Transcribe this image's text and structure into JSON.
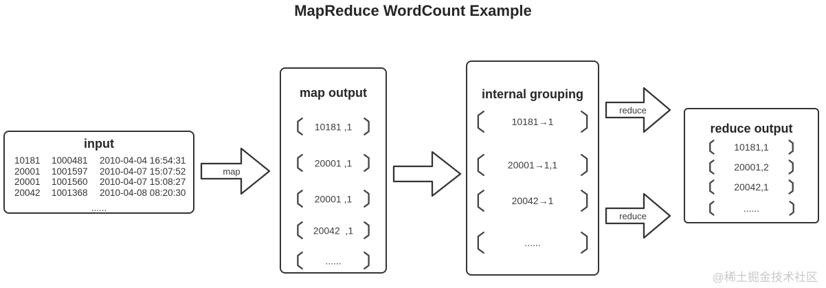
{
  "title": "MapReduce WordCount Example",
  "watermark": "@稀土掘金技术社区",
  "input": {
    "title": "input",
    "rows": [
      {
        "c1": "10181",
        "c2": "1000481",
        "c3": "2010-04-04 16:54:31"
      },
      {
        "c1": "20001",
        "c2": "1001597",
        "c3": "2010-04-07 15:07:52"
      },
      {
        "c1": "20001",
        "c2": "1001560",
        "c3": "2010-04-07 15:08:27"
      },
      {
        "c1": "20042",
        "c2": "1001368",
        "c3": "2010-04-08 08:20:30"
      }
    ],
    "ellipsis": "......"
  },
  "arrows": {
    "map_label": "map",
    "reduce_top_label": "reduce",
    "reduce_bottom_label": "reduce"
  },
  "map_output": {
    "title": "map output",
    "items": [
      "10181 ,1",
      "20001 ,1",
      "20001 ,1",
      "20042  ,1",
      "......"
    ]
  },
  "internal_grouping": {
    "title": "internal grouping",
    "items": [
      "10181→1",
      "20001→1,1",
      "20042→1",
      "......"
    ]
  },
  "reduce_output": {
    "title": "reduce output",
    "items": [
      "10181,1",
      "20001,2",
      "20042,1",
      "......"
    ]
  },
  "colors": {
    "stroke": "#333333",
    "text": "#3d3d3d",
    "watermark": "#c9c9c9"
  }
}
